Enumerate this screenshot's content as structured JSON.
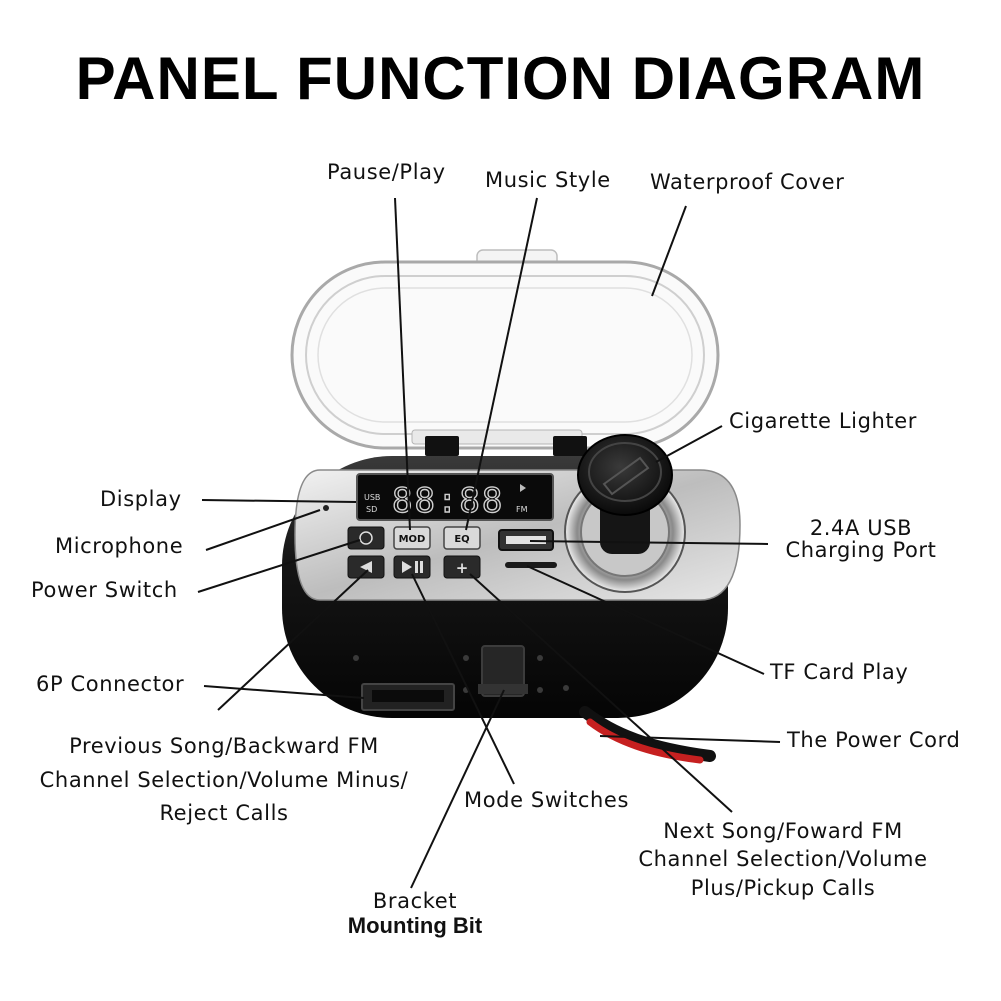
{
  "title": "PANEL FUNCTION DIAGRAM",
  "labels": {
    "pause_play": "Pause/Play",
    "music_style": "Music Style",
    "waterproof_cover": "Waterproof Cover",
    "cigarette_lighter": "Cigarette Lighter",
    "display": "Display",
    "microphone": "Microphone",
    "power_switch": "Power Switch",
    "usb_port_line1": "2.4A USB",
    "usb_port_line2": "Charging Port",
    "tf_card": "TF Card Play",
    "connector_6p": "6P Connector",
    "power_cord": "The Power Cord",
    "previous_song_line1": "Previous Song/Backward FM",
    "previous_song_line2": "Channel Selection/Volume Minus/",
    "previous_song_line3": "Reject Calls",
    "mode_switches": "Mode Switches",
    "next_song_line1": "Next Song/Foward FM",
    "next_song_line2": "Channel Selection/Volume",
    "next_song_line3": "Plus/Pickup Calls",
    "bracket_line1": "Bracket",
    "bracket_line2": "Mounting Bit"
  },
  "device": {
    "lcd_left_top": "USB",
    "lcd_left_bottom": "SD",
    "lcd_digits": "88:88",
    "lcd_right_bottom": "FM",
    "button_mod": "MOD",
    "button_eq": "EQ"
  }
}
